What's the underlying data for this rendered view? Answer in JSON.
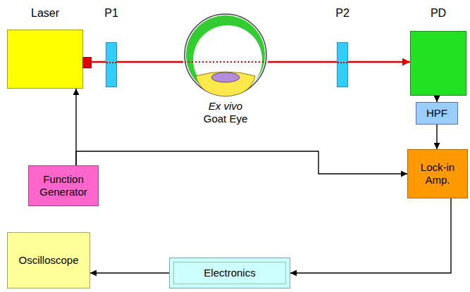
{
  "diagram": {
    "nodes": [
      {
        "text": [
          "Laser"
        ]
      },
      {
        "text": [
          "P1"
        ]
      },
      {
        "text": [
          "Ex vivo Goat Eye"
        ]
      },
      {
        "text": [
          "P2"
        ]
      },
      {
        "text": [
          "PD"
        ]
      },
      {
        "text": [
          "HPF"
        ]
      },
      {
        "text": [
          "Function Generator"
        ]
      },
      {
        "text": [
          "Lock-in Amp."
        ]
      },
      {
        "text": [
          "Oscilloscope"
        ]
      },
      {
        "text": [
          "Electronics"
        ]
      }
    ],
    "edges": [
      {
        "from": 0,
        "to": 1,
        "arrow": "none"
      },
      {
        "from": 1,
        "to": 2,
        "arrow": "none"
      },
      {
        "from": 2,
        "to": 3,
        "arrow": "none"
      },
      {
        "from": 3,
        "to": 4,
        "arrow": "to"
      },
      {
        "from": 4,
        "to": 5,
        "arrow": "to"
      },
      {
        "from": 6,
        "to": 0,
        "arrow": "to"
      },
      {
        "from": 6,
        "to": 7,
        "arrow": "to"
      },
      {
        "from": 5,
        "to": 7,
        "arrow": "to"
      },
      {
        "from": 7,
        "to": 9,
        "arrow": "to"
      },
      {
        "from": 9,
        "to": 8,
        "arrow": "to"
      }
    ]
  }
}
